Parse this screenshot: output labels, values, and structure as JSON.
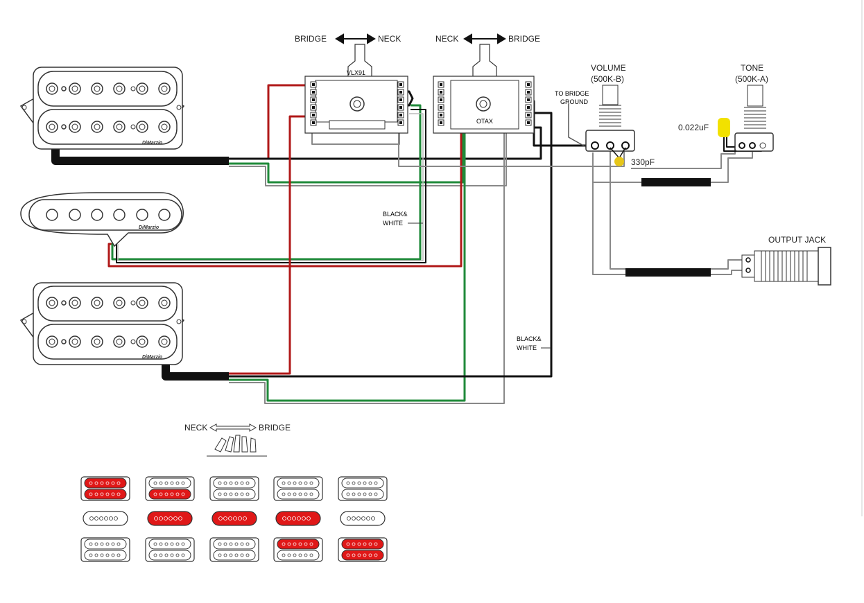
{
  "switch1": {
    "dir_left": "BRIDGE",
    "dir_right": "NECK",
    "model": "VLX91"
  },
  "switch2": {
    "dir_left": "NECK",
    "dir_right": "BRIDGE",
    "model": "OTAX"
  },
  "volume_pot": {
    "title": "VOLUME",
    "value": "(500K-B)"
  },
  "tone_pot": {
    "title": "TONE",
    "value": "(500K-A)"
  },
  "bridge_ground_note": {
    "line1": "TO BRIDGE",
    "line2": "GROUND"
  },
  "tone_cap_label": "0.022uF",
  "treble_bleed_cap_label": "330pF",
  "output_jack_label": "OUTPUT JACK",
  "wire_note_1": {
    "line1": "BLACK&",
    "line2": "WHITE"
  },
  "wire_note_2": {
    "line1": "BLACK&",
    "line2": "WHITE"
  },
  "pickup_brand": "DiMarzio",
  "selector_legend": {
    "left": "NECK",
    "right": "BRIDGE"
  },
  "colors": {
    "hot": "#b01818",
    "ground": "#111111",
    "green": "#1f8a3a",
    "bare": "#888888",
    "active_coil": "#e01818",
    "cap_yellow": "#e6c619",
    "tone_cap": "#f2e100"
  },
  "position_chart": [
    [
      "coil-top,coil-bottom",
      "coil-bottom",
      "none",
      "none",
      "none"
    ],
    [
      "none",
      "single",
      "single",
      "single",
      "none"
    ],
    [
      "none",
      "none",
      "none",
      "coil-top",
      "coil-top,coil-bottom"
    ]
  ]
}
